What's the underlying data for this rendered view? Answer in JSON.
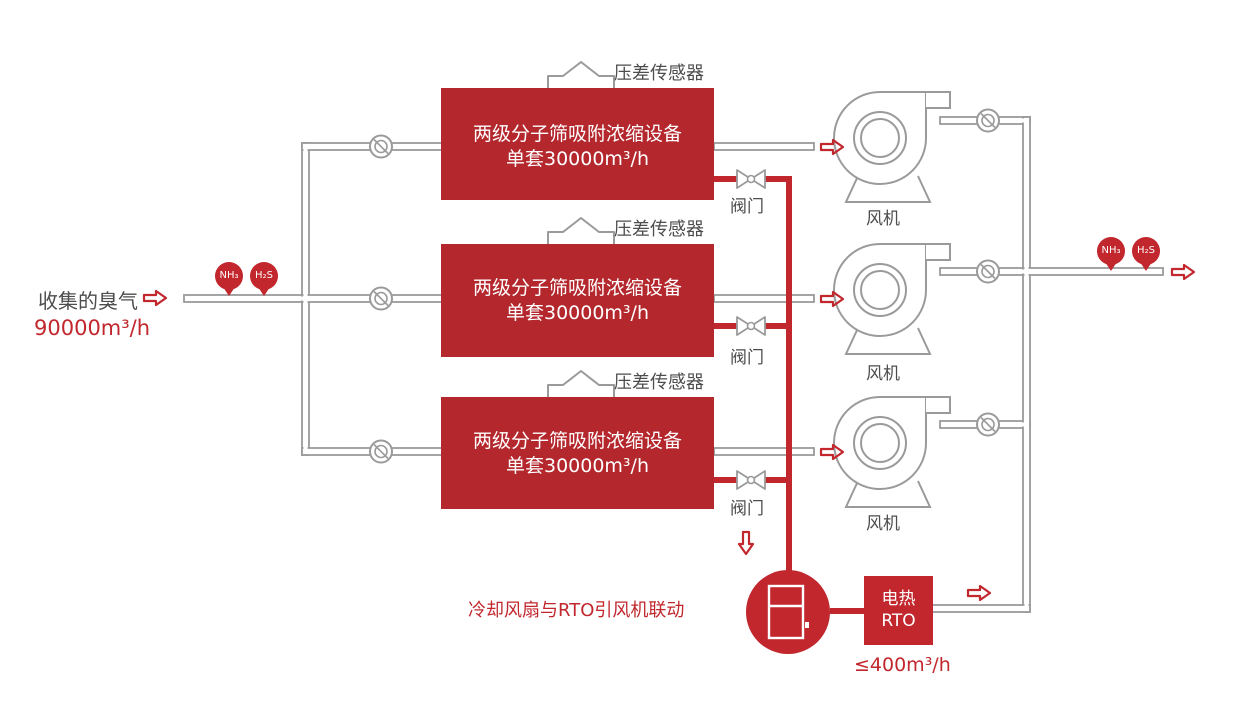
{
  "inlet": {
    "label": "收集的臭气",
    "flow": "90000m³/h"
  },
  "gas_tags_inlet": [
    "NH₃",
    "H₂S"
  ],
  "gas_tags_outlet": [
    "NH₃",
    "H₂S"
  ],
  "units": [
    {
      "sensor": "压差传感器",
      "name": "两级分子筛吸附浓缩设备",
      "capacity": "单套30000m³/h",
      "valve": "阀门",
      "fan": "风机"
    },
    {
      "sensor": "压差传感器",
      "name": "两级分子筛吸附浓缩设备",
      "capacity": "单套30000m³/h",
      "valve": "阀门",
      "fan": "风机"
    },
    {
      "sensor": "压差传感器",
      "name": "两级分子筛吸附浓缩设备",
      "capacity": "单套30000m³/h",
      "valve": "阀门",
      "fan": "风机"
    }
  ],
  "cooling_note": "冷却风扇与RTO引风机联动",
  "rto": {
    "name_line1": "电热",
    "name_line2": "RTO",
    "flow": "≤400m³/h"
  },
  "colors": {
    "red": "#c1272d",
    "pipe": "#9a9a9a",
    "text": "#4d4d4d"
  }
}
